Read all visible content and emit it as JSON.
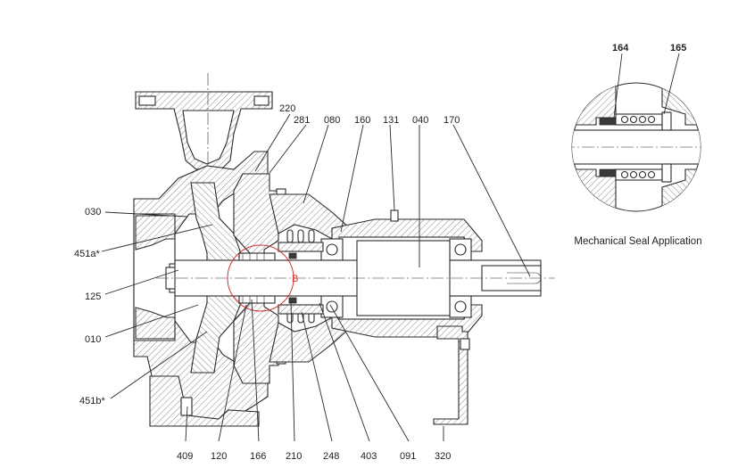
{
  "diagram": {
    "caption": "Mechanical Seal Application",
    "detail_marker": "B",
    "colors": {
      "line": "#2a2a2a",
      "detail_circle": "#cc3333",
      "background": "#ffffff"
    },
    "callouts_top": [
      "220",
      "281",
      "080",
      "160",
      "131",
      "040",
      "170"
    ],
    "callouts_left": [
      "030",
      "451a*",
      "125",
      "010",
      "451b*"
    ],
    "callouts_bottom": [
      "409",
      "120",
      "166",
      "210",
      "248",
      "403",
      "091",
      "320"
    ],
    "callouts_detail": [
      "164",
      "165"
    ]
  }
}
